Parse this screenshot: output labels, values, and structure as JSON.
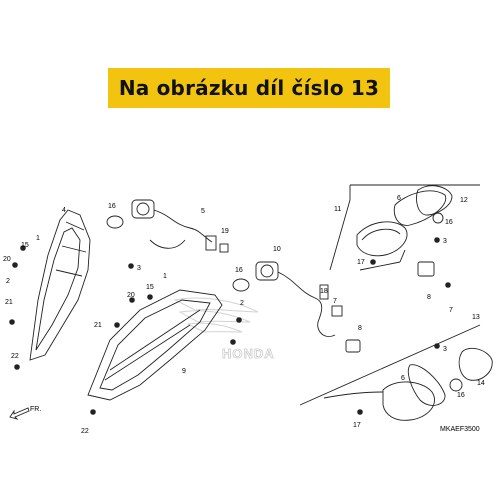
{
  "banner": {
    "text": "Na obrázku díl číslo 13"
  },
  "diagram": {
    "watermark": "HONDA",
    "code": "MKAEF3500",
    "front_arrow": "FR.",
    "callouts": [
      {
        "id": "c4",
        "label": "4"
      },
      {
        "id": "c16a",
        "label": "16"
      },
      {
        "id": "c5",
        "label": "5"
      },
      {
        "id": "c19",
        "label": "19"
      },
      {
        "id": "c10",
        "label": "10"
      },
      {
        "id": "c11",
        "label": "11"
      },
      {
        "id": "c6a",
        "label": "6"
      },
      {
        "id": "c12",
        "label": "12"
      },
      {
        "id": "c16b",
        "label": "16"
      },
      {
        "id": "c3a",
        "label": "3"
      },
      {
        "id": "c17a",
        "label": "17"
      },
      {
        "id": "c15a",
        "label": "15"
      },
      {
        "id": "c1a",
        "label": "1"
      },
      {
        "id": "c20a",
        "label": "20"
      },
      {
        "id": "c3b",
        "label": "3"
      },
      {
        "id": "c2a",
        "label": "2"
      },
      {
        "id": "c8a",
        "label": "8"
      },
      {
        "id": "c7a",
        "label": "7"
      },
      {
        "id": "c1b",
        "label": "1"
      },
      {
        "id": "c15b",
        "label": "15"
      },
      {
        "id": "c20b",
        "label": "20"
      },
      {
        "id": "c16c",
        "label": "16"
      },
      {
        "id": "c18",
        "label": "18"
      },
      {
        "id": "c2b",
        "label": "2"
      },
      {
        "id": "c21a",
        "label": "21"
      },
      {
        "id": "c7b",
        "label": "7"
      },
      {
        "id": "c8b",
        "label": "8"
      },
      {
        "id": "c21b",
        "label": "21"
      },
      {
        "id": "c22a",
        "label": "22"
      },
      {
        "id": "c9",
        "label": "9"
      },
      {
        "id": "c13",
        "label": "13"
      },
      {
        "id": "c3c",
        "label": "3"
      },
      {
        "id": "c6b",
        "label": "6"
      },
      {
        "id": "c14",
        "label": "14"
      },
      {
        "id": "c16d",
        "label": "16"
      },
      {
        "id": "c17b",
        "label": "17"
      },
      {
        "id": "c22b",
        "label": "22"
      }
    ]
  }
}
